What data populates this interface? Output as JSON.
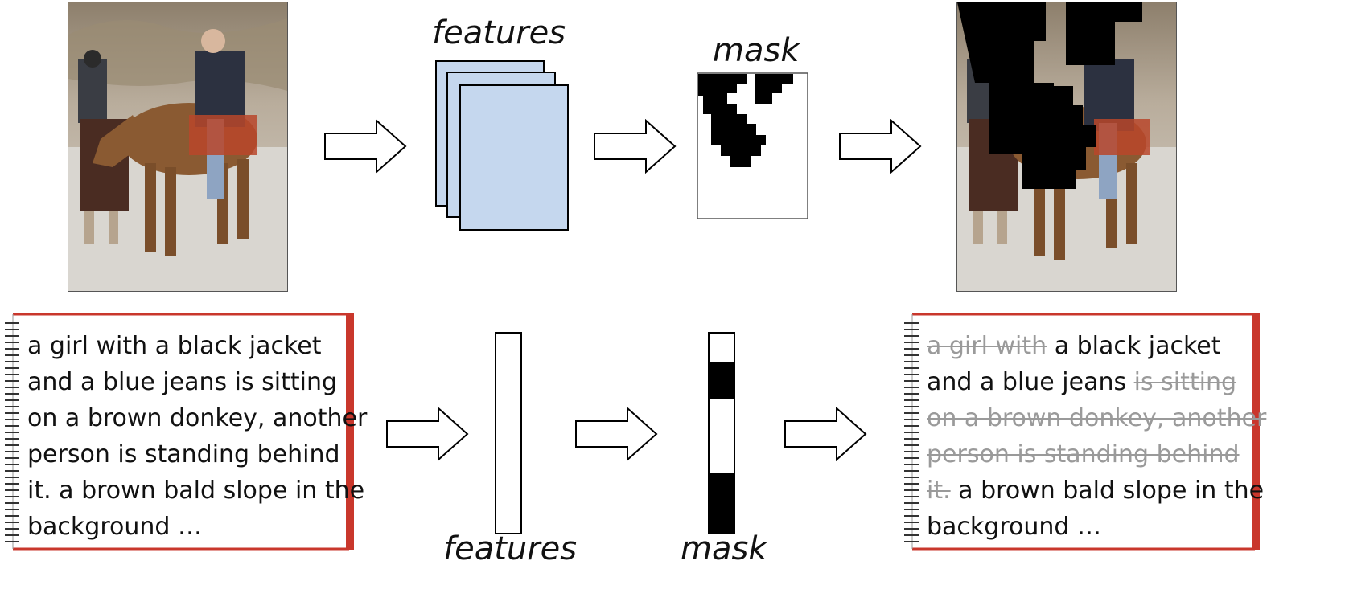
{
  "top_row": {
    "features_label": "features",
    "mask_label": "mask"
  },
  "bottom_row": {
    "features_label": "features",
    "mask_label": "mask"
  },
  "caption_input": {
    "lines": [
      "a girl with a black jacket",
      "and a blue jeans is sitting",
      "on a brown donkey, another",
      "person is standing behind",
      "it. a brown bald slope in the",
      "background …"
    ]
  },
  "caption_masked": {
    "line1_struck": "a girl with",
    "line1_kept": " a black jacket",
    "line2_kept": "and a blue jeans ",
    "line2_struck": "is sitting",
    "line3_struck": "on a brown donkey, another",
    "line4_struck": "person is standing behind",
    "line5_struck": "it.",
    "line5_kept": " a brown bald slope in the",
    "line6_kept": "background …"
  },
  "icons": [
    "arrow-right-icon",
    "spiral-binding-icon"
  ],
  "colors": {
    "feature_fill": "#c5d7ee",
    "notebook_red": "#c9372c",
    "mask_black": "#000000",
    "struck_text": "#9a9a9a"
  }
}
